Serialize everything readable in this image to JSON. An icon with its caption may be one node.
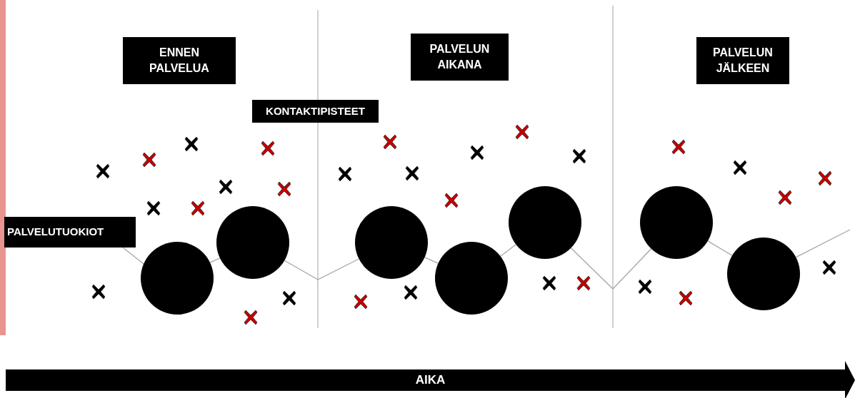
{
  "diagram": {
    "nodes": [
      {
        "text": [
          "ENNEN PALVELUA"
        ]
      },
      {
        "text": [
          "PALVELUN AIKANA"
        ]
      },
      {
        "text": [
          "PALVELUN JÄLKEEN"
        ]
      },
      {
        "text": [
          "KONTAKTIPISTEET"
        ]
      },
      {
        "text": [
          "PALVELUTUOKIOT"
        ]
      },
      {
        "text": [],
        "shape": "circle"
      },
      {
        "text": [],
        "shape": "circle"
      },
      {
        "text": [],
        "shape": "circle"
      },
      {
        "text": [],
        "shape": "circle"
      },
      {
        "text": [],
        "shape": "circle"
      },
      {
        "text": [],
        "shape": "circle"
      },
      {
        "text": [],
        "shape": "circle"
      },
      {
        "text": [
          "AIKA"
        ]
      }
    ],
    "edges": [
      {
        "from": 4,
        "to": 5,
        "arrow": "none"
      },
      {
        "from": 5,
        "to": 6,
        "arrow": "none"
      },
      {
        "from": 6,
        "to": 7,
        "arrow": "none"
      },
      {
        "from": 7,
        "to": 8,
        "arrow": "none"
      },
      {
        "from": 8,
        "to": 9,
        "arrow": "none"
      },
      {
        "from": 9,
        "to": 10,
        "arrow": "none"
      },
      {
        "from": 10,
        "to": 11,
        "arrow": "none"
      },
      {
        "from": 11,
        "to": null,
        "arrow": "none"
      }
    ]
  }
}
